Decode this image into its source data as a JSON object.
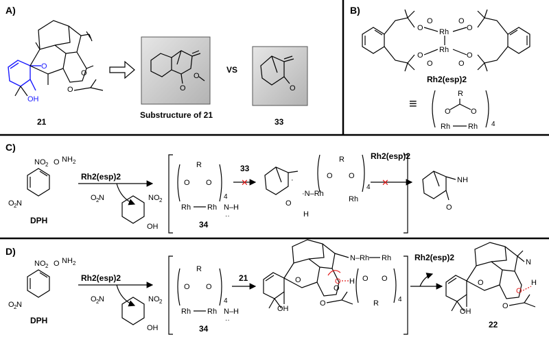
{
  "panels": {
    "a": {
      "label": "A)",
      "compound_label": "21",
      "substructure_caption": "Substructure of 21",
      "vs_text": "VS",
      "comparison_label": "33"
    },
    "b": {
      "label": "B)",
      "catalyst_name": "Rh2(esp)2",
      "equiv_symbol": "≡",
      "ligand_r": "R",
      "multiplier": "4"
    },
    "c": {
      "label": "C)",
      "reagent_name": "DPH",
      "arrow_reagent": "Rh2(esp)2",
      "intermediate_label": "34",
      "substrate_label": "33",
      "release_label": "Rh2(esp)2",
      "nh_label": "NH"
    },
    "d": {
      "label": "D)",
      "reagent_name": "DPH",
      "arrow_reagent": "Rh2(esp)2",
      "intermediate_label": "34",
      "substrate_label": "21",
      "release_label": "Rh2(esp)2",
      "product_label": "22"
    }
  },
  "colors": {
    "accent_blue": "#1a1aff",
    "highlight_red": "#e01b1b",
    "box_gray": "#c8c8c8"
  }
}
